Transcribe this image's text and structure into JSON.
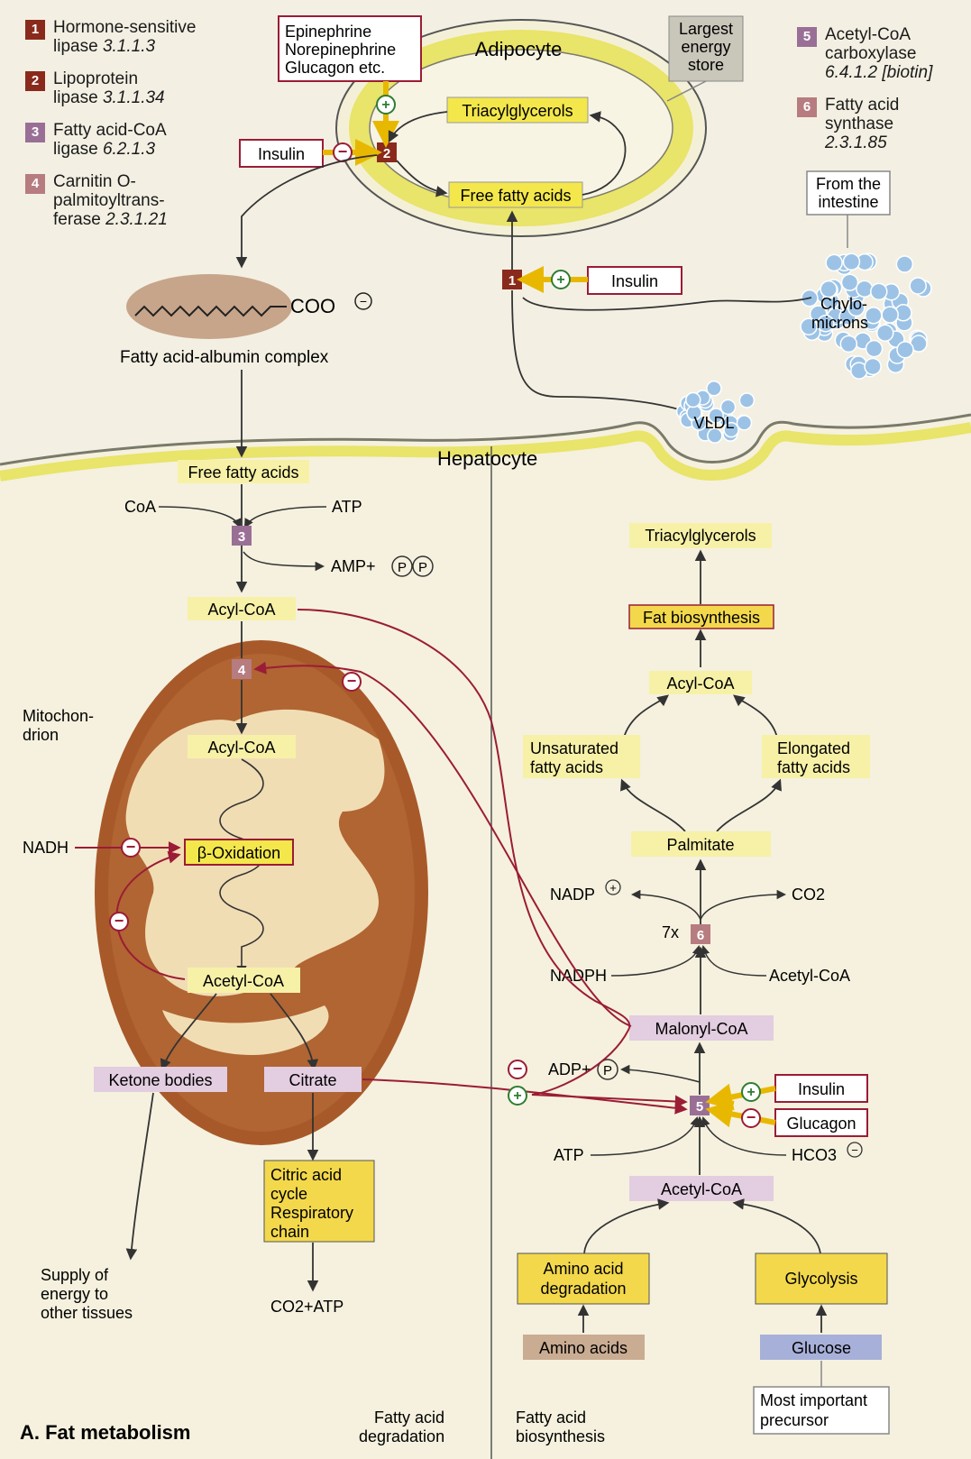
{
  "legend": [
    {
      "num": "1",
      "name": "Hormone-sensitive",
      "name2": "lipase",
      "ec": "3.1.1.3",
      "color": "#8a2a1c"
    },
    {
      "num": "2",
      "name": "Lipoprotein",
      "name2": "lipase",
      "ec": "3.1.1.34",
      "color": "#8a2a1c"
    },
    {
      "num": "3",
      "name": "Fatty acid-CoA",
      "name2": "ligase",
      "ec": "6.2.1.3",
      "color": "#9a6f96"
    },
    {
      "num": "4",
      "name": "Carnitin O-",
      "name2": "palmitoyltrans-",
      "name3": "ferase",
      "ec": "2.3.1.21",
      "color": "#b77c80"
    },
    {
      "num": "5",
      "name": "Acetyl-CoA",
      "name2": "carboxylase",
      "ec": "6.4.1.2 [biotin]",
      "color": "#9a6f96"
    },
    {
      "num": "6",
      "name": "Fatty acid",
      "name2": "synthase",
      "ec": "2.3.1.85",
      "color": "#b77c80"
    }
  ],
  "hormones_top": [
    "Epinephrine",
    "Norepinephrine",
    "Glucagon etc."
  ],
  "largest_store": [
    "Largest",
    "energy",
    "store"
  ],
  "from_intestine": [
    "From the",
    "intestine"
  ],
  "cells": {
    "adipocyte": "Adipocyte",
    "hepatocyte": "Hepatocyte",
    "mitochondrion": [
      "Mitochon-",
      "drion"
    ]
  },
  "labels": {
    "triacylglycerols": "Triacylglycerols",
    "free_fatty_acids": "Free fatty acids",
    "insulin": "Insulin",
    "glucagon": "Glucagon",
    "chylomicrons": [
      "Chylo-",
      "microns"
    ],
    "vldl": "VLDL",
    "coo": "COO",
    "fa_albumin": "Fatty acid-albumin complex",
    "coa": "CoA",
    "atp": "ATP",
    "amp_pp": "AMP+",
    "p": "P",
    "acyl_coa": "Acyl-CoA",
    "nadh": "NADH",
    "beta_ox": "β-Oxidation",
    "acetyl_coa": "Acetyl-CoA",
    "ketone": "Ketone bodies",
    "citrate": "Citrate",
    "citric": [
      "Citric acid",
      "cycle",
      "Respiratory",
      "chain"
    ],
    "supply": [
      "Supply of",
      "energy to",
      "other tissues"
    ],
    "co2atp": "CO2+ATP",
    "fat_bio": "Fat biosynthesis",
    "unsat": [
      "Unsaturated",
      "fatty acids"
    ],
    "elong": [
      "Elongated",
      "fatty acids"
    ],
    "palmitate": "Palmitate",
    "nadp": "NADP",
    "co2": "CO2",
    "seven_x": "7x",
    "nadph": "NADPH",
    "malonyl": "Malonyl-CoA",
    "adp": "ADP+",
    "hco3": "HCO3",
    "amino_deg": [
      "Amino acid",
      "degradation"
    ],
    "glycolysis": "Glycolysis",
    "amino_acids": "Amino acids",
    "glucose": "Glucose",
    "precursor": [
      "Most important",
      "precursor"
    ],
    "title": "A. Fat metabolism",
    "fa_deg": [
      "Fatty acid",
      "degradation"
    ],
    "fa_bio": [
      "Fatty acid",
      "biosynthesis"
    ]
  }
}
